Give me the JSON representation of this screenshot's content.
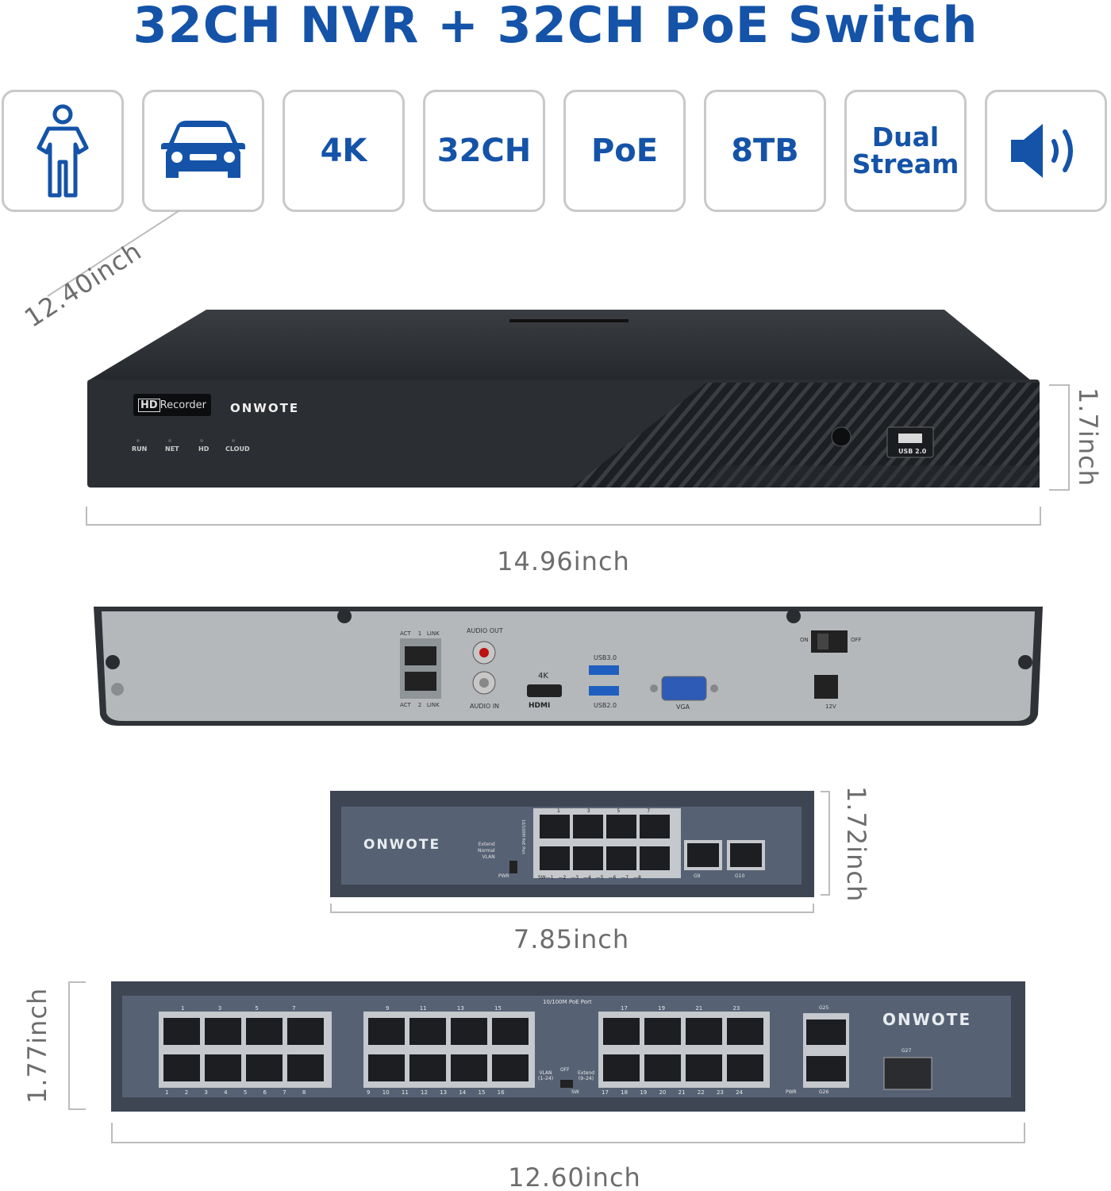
{
  "title": "32CH NVR + 32CH PoE Switch",
  "features": [
    {
      "icon": "person-icon",
      "label": ""
    },
    {
      "icon": "car-icon",
      "label": ""
    },
    {
      "icon": "",
      "label": "4K"
    },
    {
      "icon": "",
      "label": "32CH"
    },
    {
      "icon": "",
      "label": "PoE"
    },
    {
      "icon": "",
      "label": "8TB"
    },
    {
      "icon": "",
      "label_line1": "Dual",
      "label_line2": "Stream"
    },
    {
      "icon": "speaker-icon",
      "label": ""
    }
  ],
  "colors": {
    "accent": "#1453a8",
    "dimension_text": "#6d6d6d",
    "device_dark": "#2c2f33",
    "device_panel": "#b5b8bb",
    "switch_body": "#4a5566"
  },
  "nvr_front": {
    "badge_hd": "HD",
    "badge_text": "Recorder",
    "brand": "ONWOTE",
    "leds": [
      "RUN",
      "NET",
      "HD",
      "CLOUD"
    ],
    "usb_label": "USB 2.0",
    "depth": "12.40inch",
    "height": "1.7inch",
    "width": "14.96inch"
  },
  "nvr_back": {
    "lan_top_labels": [
      "ACT",
      "1",
      "LINK"
    ],
    "lan_bottom_labels": [
      "ACT",
      "2",
      "LINK"
    ],
    "audio_out": "AUDIO OUT",
    "audio_in": "AUDIO IN",
    "hdmi_top": "4K",
    "hdmi": "HDMI",
    "usb3": "USB3.0",
    "usb2": "USB2.0",
    "vga": "VGA",
    "on": "ON",
    "off": "OFF",
    "power": "12V"
  },
  "switch_small": {
    "brand": "ONWOTE",
    "switch_modes": [
      "Extend",
      "Normal",
      "VLAN"
    ],
    "pwr": "PWR",
    "side_label": "10/100M PoE Port",
    "top_port_numbers": [
      "1",
      "3",
      "5",
      "7"
    ],
    "bottom_port_numbers": [
      "SW—1",
      "—2",
      "—3",
      "—4",
      "—5",
      "—6",
      "—7",
      "—8"
    ],
    "uplink_labels": [
      "G9",
      "G10"
    ],
    "height": "1.72inch",
    "width": "7.85inch"
  },
  "switch_large": {
    "brand": "ONWOTE",
    "header": "10/100M PoE Port",
    "group1_top": [
      "1",
      "3",
      "5",
      "7"
    ],
    "group1_bottom": [
      "1",
      "2",
      "3",
      "4",
      "5",
      "6",
      "7",
      "8"
    ],
    "group2_top": [
      "9",
      "11",
      "13",
      "15"
    ],
    "group2_bottom": [
      "9",
      "10",
      "11",
      "12",
      "13",
      "14",
      "15",
      "16"
    ],
    "group3_top": [
      "17",
      "19",
      "21",
      "23"
    ],
    "group3_bottom": [
      "17",
      "18",
      "19",
      "20",
      "21",
      "22",
      "23",
      "24"
    ],
    "vlan": "VLAN",
    "vlan_range": "(1–24)",
    "off": "OFF",
    "extend": "Extend",
    "extend_range": "(9–24)",
    "sw": "SW",
    "pwr": "PWR",
    "uplinks": [
      "G25",
      "G26"
    ],
    "sfp": "G27",
    "height": "1.77inch",
    "width": "12.60inch"
  }
}
